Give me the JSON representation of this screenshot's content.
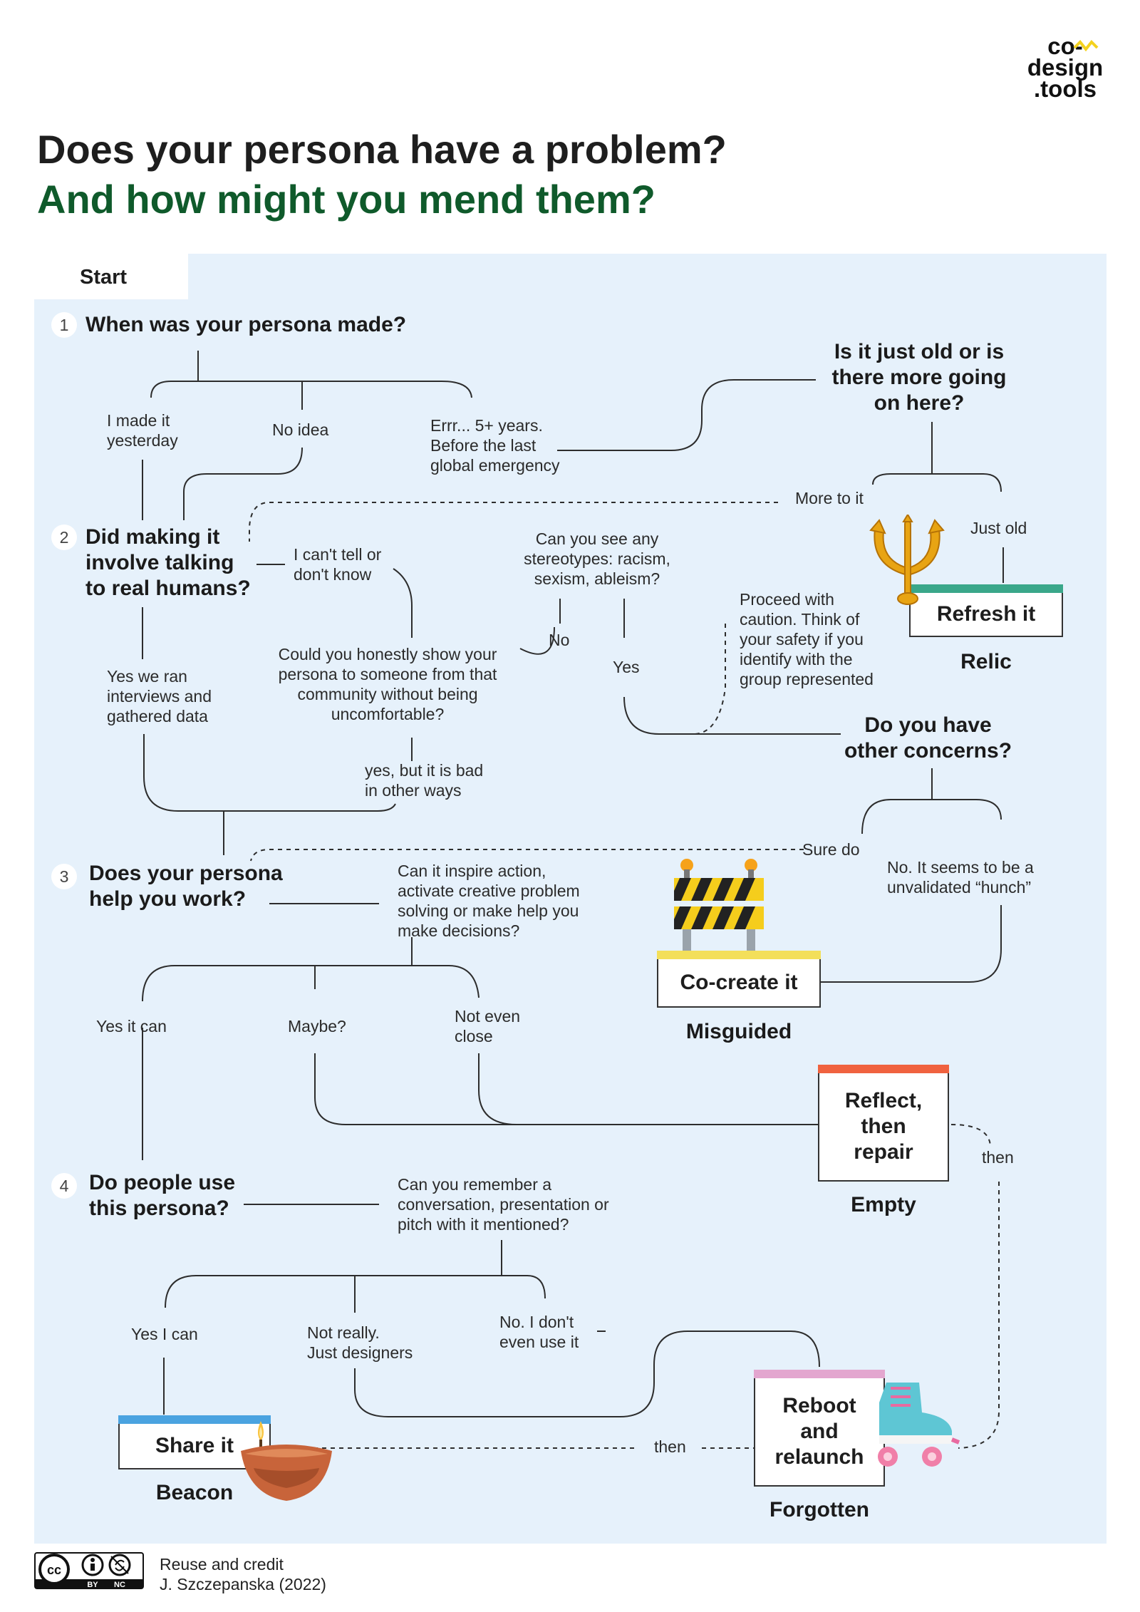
{
  "logo": {
    "line1": "co-",
    "line2": "design",
    "line3": ".tools"
  },
  "title": {
    "line1": "Does your persona have a problem?",
    "line2": "And how might you mend them?"
  },
  "start": "Start",
  "questions": {
    "q1": {
      "num": "1",
      "text": "When was your persona made?"
    },
    "q2": {
      "num": "2",
      "line1": "Did making it",
      "line2": "involve talking",
      "line3": "to real humans?"
    },
    "q3": {
      "num": "3",
      "line1": "Does your persona",
      "line2": "help you work?"
    },
    "q4": {
      "num": "4",
      "line1": "Do people use",
      "line2": "this persona?"
    },
    "old": {
      "line1": "Is it just old or is",
      "line2": "there more going",
      "line3": "on here?"
    },
    "concerns": {
      "line1": "Do you have",
      "line2": "other concerns?"
    }
  },
  "answers": {
    "made_yesterday": [
      "I made it",
      "yesterday"
    ],
    "no_idea": "No idea",
    "five_years": [
      "Errr... 5+ years.",
      "Before the last",
      "global emergency"
    ],
    "more_to_it": "More to it",
    "just_old": "Just old",
    "cant_tell": [
      "I can't tell or",
      "don't know"
    ],
    "stereotypes": [
      "Can you see any",
      "stereotypes: racism,",
      "sexism, ableism?"
    ],
    "no": "No",
    "yes": "Yes",
    "caution": [
      "Proceed with",
      "caution. Think of",
      "your safety if you",
      "identify with the",
      "group represented"
    ],
    "yes_ran": [
      "Yes we ran",
      "interviews and",
      "gathered data"
    ],
    "honestly": [
      "Could you honestly show your",
      "persona to someone from that",
      "community without being",
      "uncomfortable?"
    ],
    "yes_but_bad": [
      "yes, but it is bad",
      "in other ways"
    ],
    "sure_do": "Sure do",
    "hunch": [
      "No. It seems to be a",
      "unvalidated “hunch”"
    ],
    "inspire": [
      "Can it inspire action,",
      "activate creative problem",
      "solving or make help you",
      "make decisions?"
    ],
    "yes_it_can": "Yes it can",
    "maybe": "Maybe?",
    "not_even_close": [
      "Not even",
      "close"
    ],
    "then1": "then",
    "remember": [
      "Can you remember a",
      "conversation, presentation or",
      "pitch with it mentioned?"
    ],
    "yes_i_can": "Yes I can",
    "not_really": [
      "Not really.",
      "Just designers"
    ],
    "no_dont": [
      "No. I don't",
      "even use it"
    ],
    "then2": "then"
  },
  "cards": {
    "refresh": {
      "label": "Refresh it",
      "type": "Relic",
      "color": "#3aa78a"
    },
    "cocreate": {
      "label": "Co-create it",
      "type": "Misguided",
      "color": "#f3df5a"
    },
    "reflect": {
      "lines": [
        "Reflect,",
        "then",
        "repair"
      ],
      "type": "Empty",
      "color": "#f0623f"
    },
    "reboot": {
      "lines": [
        "Reboot",
        "and",
        "relaunch"
      ],
      "type": "Forgotten",
      "color": "#e3a6cf"
    },
    "share": {
      "label": "Share it",
      "type": "Beacon",
      "color": "#4aa3e0"
    }
  },
  "icons": {
    "trident": "trident-icon",
    "barrier": "construction-barrier-icon",
    "lamp": "oil-lamp-icon",
    "skate": "roller-skate-icon",
    "license": "creative-commons-by-nc-icon"
  },
  "footer": {
    "line1": "Reuse and credit",
    "line2": "J. Szczepanska (2022)",
    "badge": [
      "BY",
      "NC"
    ]
  }
}
